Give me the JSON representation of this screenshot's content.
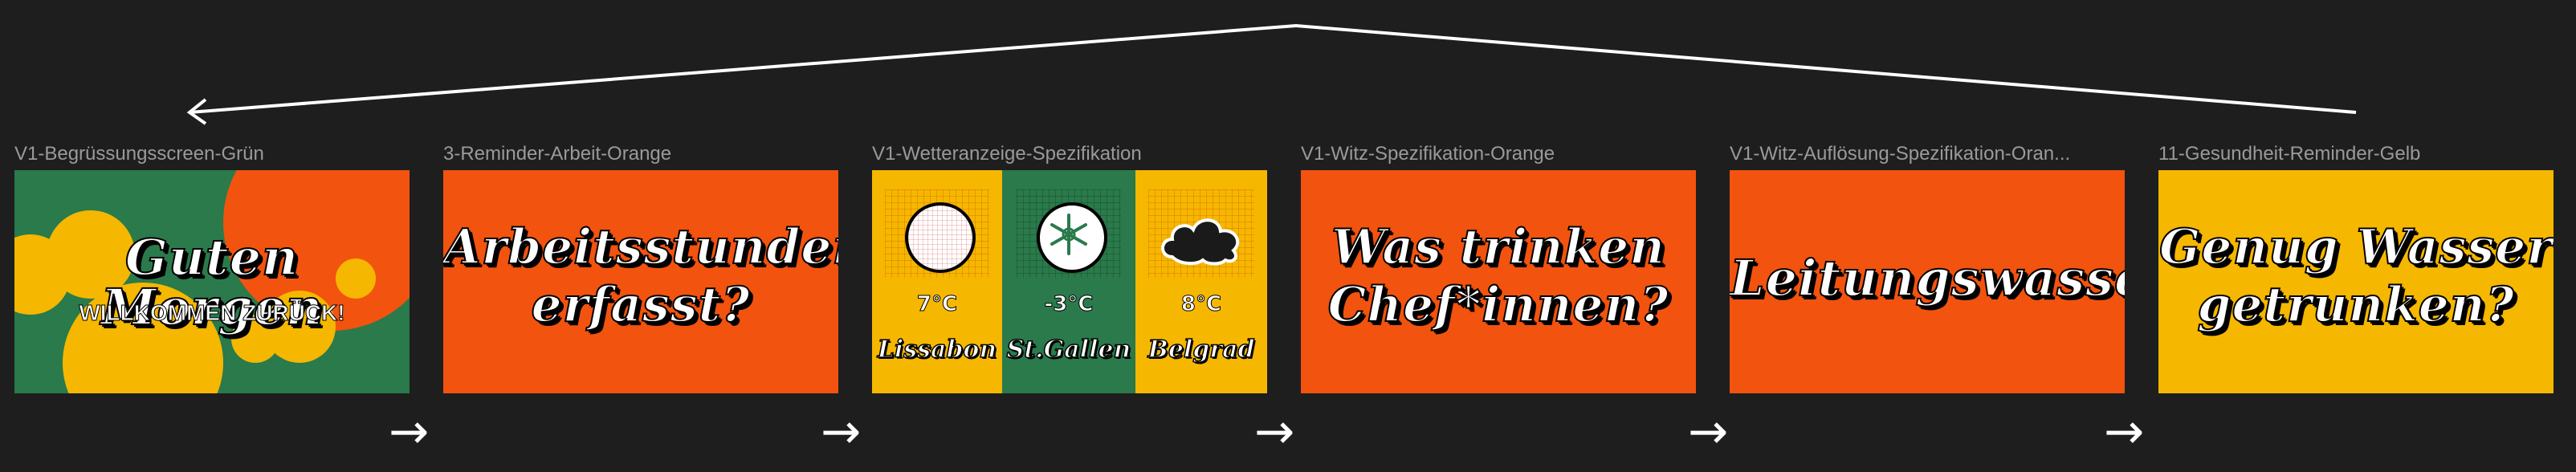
{
  "frames": [
    {
      "label": "V1-Begrüssungsscreen-Grün",
      "title": "Guten Morgen",
      "subtitle": "WILLKOMMEN ZURÜCK!"
    },
    {
      "label": "3-Reminder-Arbeit-Orange",
      "title_line1": "Arbeitsstunden",
      "title_line2": "erfasst?"
    },
    {
      "label": "V1-Wetteranzeige-Spezifikation",
      "cities": [
        {
          "temp": "7°C",
          "city": "Lissabon",
          "icon": "sun-icon"
        },
        {
          "temp": "-3°C",
          "city": "St.Gallen",
          "icon": "snowflake-icon"
        },
        {
          "temp": "8°C",
          "city": "Belgrad",
          "icon": "cloud-icon"
        }
      ]
    },
    {
      "label": "V1-Witz-Spezifikation-Orange",
      "title_line1": "Was trinken",
      "title_line2": "Chef*innen?"
    },
    {
      "label": "V1-Witz-Auflösung-Spezifikation-Oran...",
      "title": "Leitungswasser"
    },
    {
      "label": "11-Gesundheit-Reminder-Gelb",
      "title_line1": "Genug Wasser",
      "title_line2": "getrunken?"
    }
  ],
  "arrows": [
    "→",
    "→",
    "→",
    "→",
    "→"
  ],
  "colors": {
    "orange": "#f2530f",
    "green": "#2a7a4b",
    "yellow": "#f5b700",
    "canvas": "#1e1e1e"
  }
}
